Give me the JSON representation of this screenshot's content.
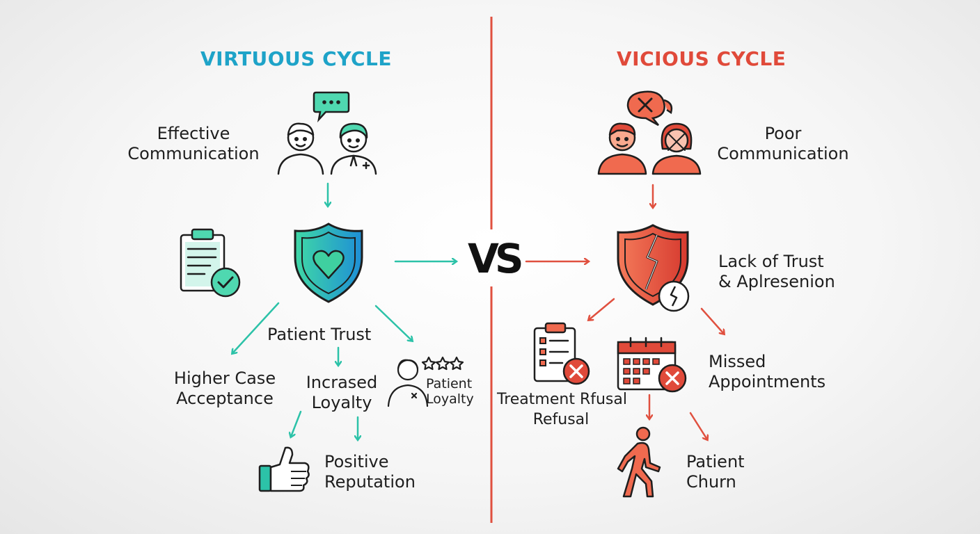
{
  "colors": {
    "good_accent": "#1ea3c8",
    "good_stroke": "#2cc2a8",
    "bad_accent": "#e04a3a",
    "bad_fill": "#f06a4f",
    "divider": "#e0503f"
  },
  "virtuous": {
    "title": "VIRTUOUS CYCLE",
    "communication": [
      "Effective",
      "Communication"
    ],
    "trust": "Patient Trust",
    "case_acceptance": [
      "Higher Case",
      "Acceptance"
    ],
    "loyalty": [
      "Incrased",
      "Loyalty"
    ],
    "patient_loyalty": [
      "Patient",
      "Loyalty"
    ],
    "reputation": [
      "Positive",
      "Reputation"
    ],
    "icons": [
      "chat-bubble-icon",
      "people-icon",
      "clipboard-check-icon",
      "heart-shield-icon",
      "patient-rating-icon",
      "thumbs-up-icon"
    ]
  },
  "vs_label": "VS",
  "vicious": {
    "title": "VICIOUS CYCLE",
    "communication": [
      "Poor",
      "Communication"
    ],
    "trust": [
      "Lack of Trust",
      "& Aplresenion"
    ],
    "refusal": [
      "Treatment Rfusal",
      "Refusal"
    ],
    "missed": [
      "Missed",
      "Appointments"
    ],
    "churn": [
      "Patient",
      "Churn"
    ],
    "icons": [
      "x-chat-bubble-icon",
      "people-icon",
      "broken-shield-icon",
      "clock-icon",
      "clipboard-x-icon",
      "calendar-x-icon",
      "walking-person-icon"
    ]
  }
}
